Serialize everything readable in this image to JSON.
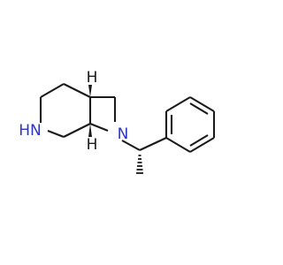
{
  "molecule": {
    "atoms": [
      {
        "id": "N_ring",
        "label": "N",
        "sub": "H",
        "color": "#2b35c8"
      },
      {
        "id": "N_azetidine",
        "label": "N",
        "color": "#2b35c8"
      },
      {
        "id": "H_top",
        "label": "H",
        "color": "#1a1a1a"
      },
      {
        "id": "H_bottom",
        "label": "H",
        "color": "#1a1a1a"
      }
    ]
  }
}
